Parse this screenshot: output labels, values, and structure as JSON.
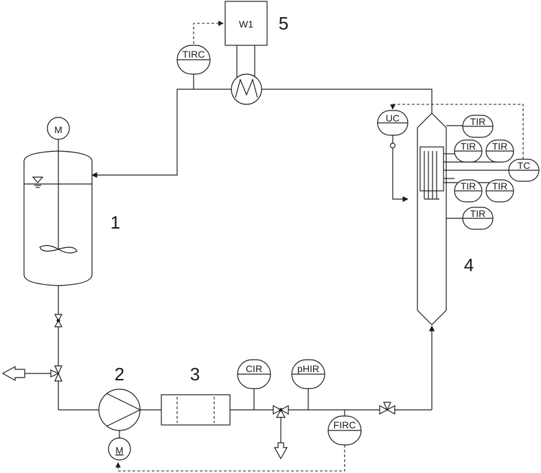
{
  "diagram": {
    "equipment_numbers": [
      "1",
      "2",
      "3",
      "4",
      "5"
    ],
    "heater_label": "W1",
    "motor_labels": [
      "M",
      "M"
    ],
    "instruments": {
      "tirc": "TIRC",
      "uc": "UC",
      "tc": "TC",
      "tir": [
        "TIR",
        "TIR",
        "TIR",
        "TIR",
        "TIR",
        "TIR"
      ],
      "cir": "CIR",
      "phir": "pHIR",
      "firc": "FIRC"
    },
    "colors": {
      "stroke": "#1a1a1a",
      "background": "#ffffff"
    }
  }
}
